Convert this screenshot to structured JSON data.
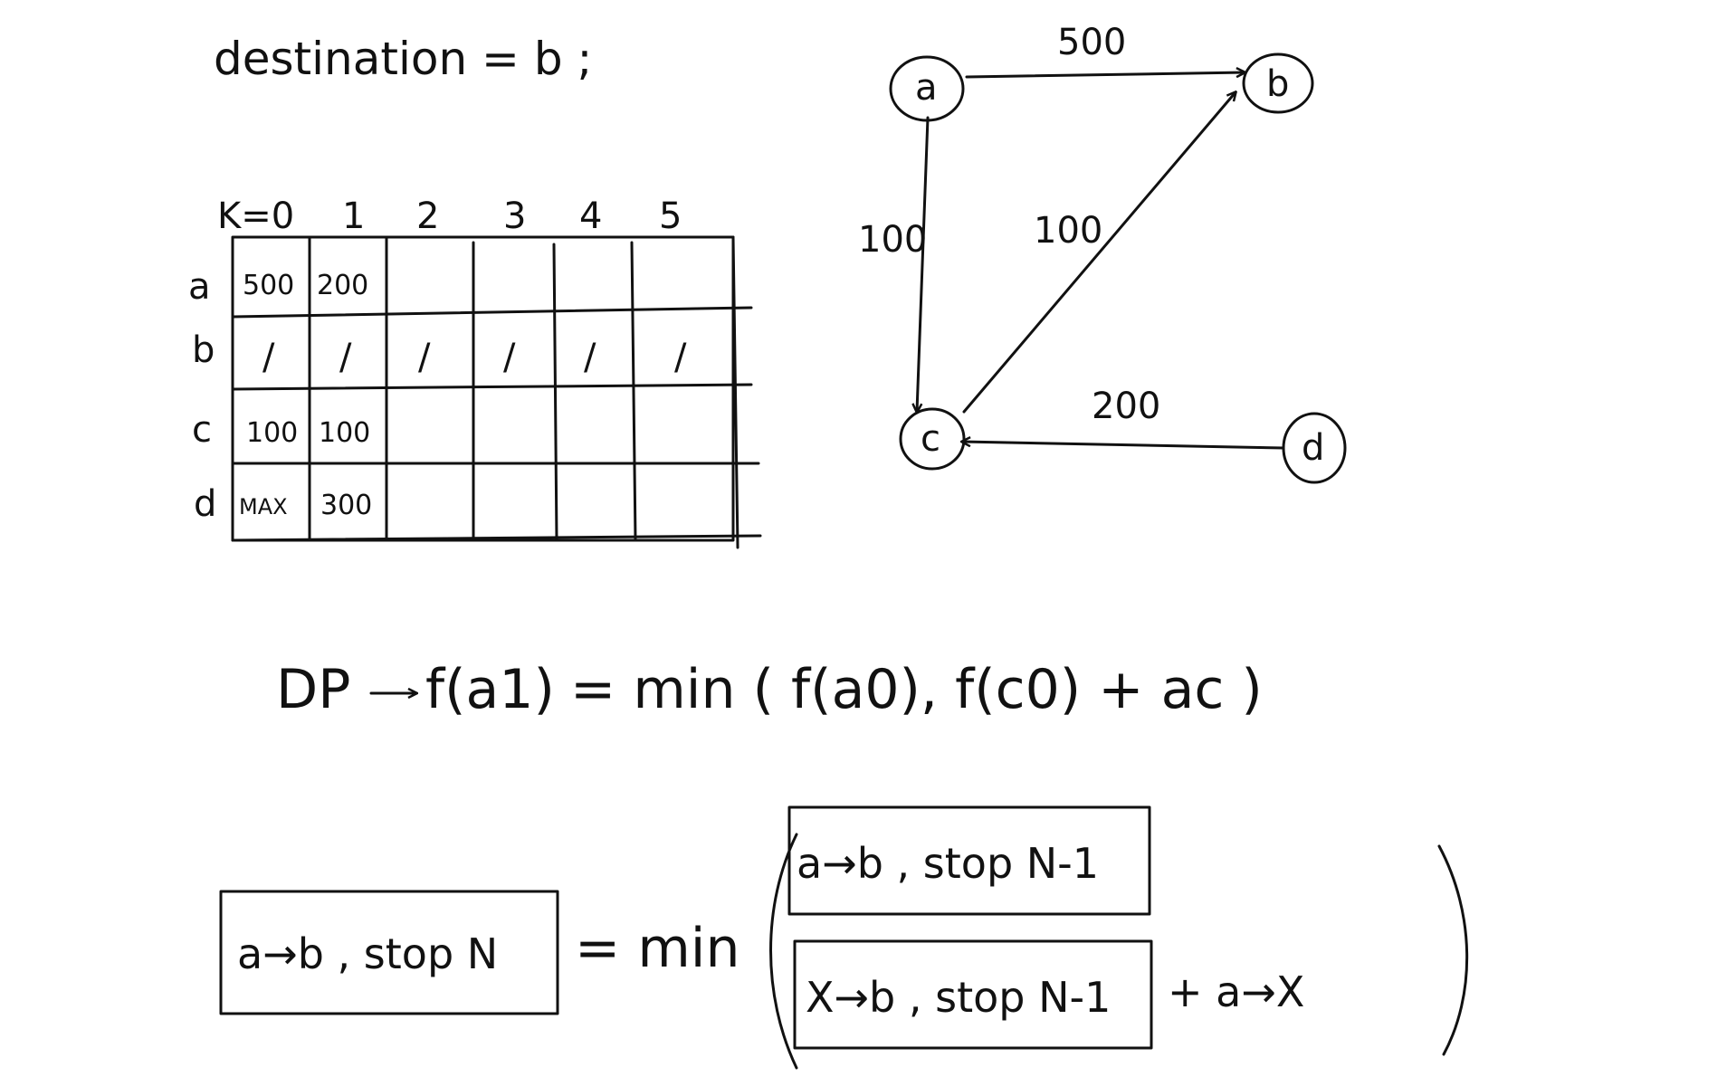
{
  "header": {
    "text": "destination = b ;"
  },
  "table": {
    "col_headers": [
      "K=0",
      "1",
      "2",
      "3",
      "4",
      "5"
    ],
    "rows": [
      {
        "label": "a",
        "values": [
          "500",
          "200",
          "",
          "",
          "",
          ""
        ]
      },
      {
        "label": "b",
        "values": [
          "/",
          "/",
          "/",
          "/",
          "/",
          "/"
        ]
      },
      {
        "label": "c",
        "values": [
          "100",
          "100",
          "",
          "",
          "",
          ""
        ]
      },
      {
        "label": "d",
        "values": [
          "MAX",
          "300",
          "",
          "",
          "",
          ""
        ]
      }
    ]
  },
  "graph": {
    "nodes": [
      "a",
      "b",
      "c",
      "d"
    ],
    "edges": [
      {
        "from": "a",
        "to": "b",
        "weight": "500"
      },
      {
        "from": "a",
        "to": "c",
        "weight": "100"
      },
      {
        "from": "c",
        "to": "b",
        "weight": "100"
      },
      {
        "from": "d",
        "to": "c",
        "weight": "200"
      }
    ]
  },
  "formulas": {
    "dp_prefix": "DP",
    "dp_lhs": "f(a1)",
    "dp_rhs": "= min ( f(a0), f(c0) + ac )",
    "rec_lhs": "a→b , stop N",
    "rec_eq": "= min",
    "rec_term1": "a→b , stop N-1",
    "rec_term2": "X→b , stop N-1",
    "rec_term2_add": "+ a→X"
  },
  "ink_color": "#111111"
}
